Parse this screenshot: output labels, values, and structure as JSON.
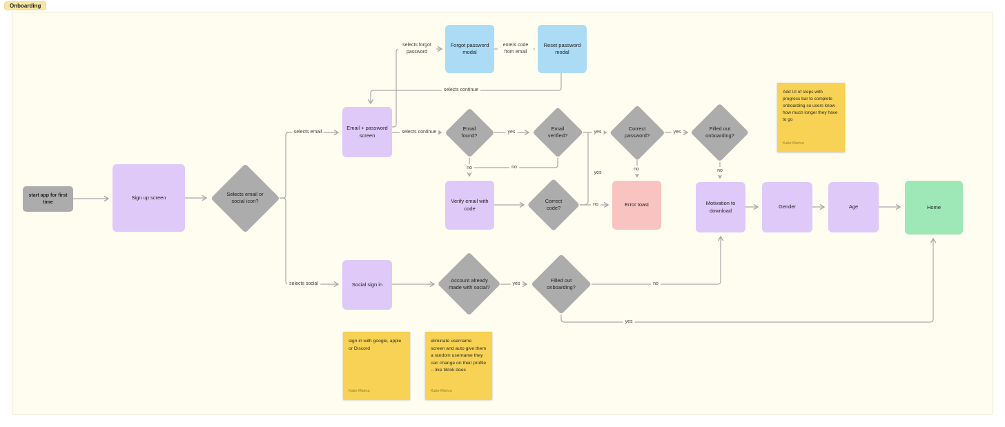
{
  "tab": {
    "label": "Onboarding"
  },
  "nodes": {
    "start": {
      "label": "start app for first time"
    },
    "signup": {
      "label": "Sign up screen"
    },
    "select_method": {
      "label": "Selects email or social icon?"
    },
    "email_password": {
      "label": "Email + password screen"
    },
    "forgot_modal": {
      "label": "Forgot password modal"
    },
    "reset_modal": {
      "label": "Reset password modal"
    },
    "email_found": {
      "label": "Email found?"
    },
    "email_verified": {
      "label": "Email verified?"
    },
    "correct_password": {
      "label": "Correct password?"
    },
    "filled_onboarding_email": {
      "label": "Filled out onboarding?"
    },
    "verify_email": {
      "label": "Verify email with code"
    },
    "correct_code": {
      "label": "Correct code?"
    },
    "error_toast": {
      "label": "Error toast"
    },
    "motivation": {
      "label": "Motivation to download"
    },
    "gender": {
      "label": "Gender"
    },
    "age": {
      "label": "Age"
    },
    "home": {
      "label": "Home"
    },
    "social_signin": {
      "label": "Social sign in"
    },
    "account_social": {
      "label": "Account already made with social?"
    },
    "filled_onboarding_social": {
      "label": "Filled out onboarding?"
    }
  },
  "edge_labels": {
    "selects_forgot": "selects forgot password",
    "enters_code": "enters code from email",
    "selects_continue_top": "selects continue",
    "selects_email": "selects email",
    "selects_continue": "selects continue",
    "yes_found": "yes",
    "yes_verified": "yes",
    "yes_password": "yes",
    "no_found": "no",
    "no_verified": "no",
    "yes_code_up": "yes",
    "no_password": "no",
    "no_filled_email": "no",
    "no_code": "no",
    "selects_social": "selects social",
    "yes_account": "yes",
    "no_filled_social": "no",
    "yes_filled_social": "yes"
  },
  "notes": {
    "progress": {
      "text": "Add UI of steps with progress bar to complete onboarding so users know how much longer they have to go",
      "author": "Katie Mishra"
    },
    "social": {
      "text": "sign in with google, apple or Discord",
      "author": "Katie Mishra"
    },
    "username": {
      "text": "eliminate username screen and auto give them a random username they can change on their profile -- like tiktok does",
      "author": "Katie Mishra"
    }
  },
  "colors": {
    "canvas": "#FFFDF0",
    "purple": "#DFC9F9",
    "blue": "#ABDBF5",
    "pink": "#F9C3C1",
    "green": "#9EE7B7",
    "gray": "#ACACAC",
    "yellow": "#F7D254",
    "line": "#A8A8A8"
  }
}
